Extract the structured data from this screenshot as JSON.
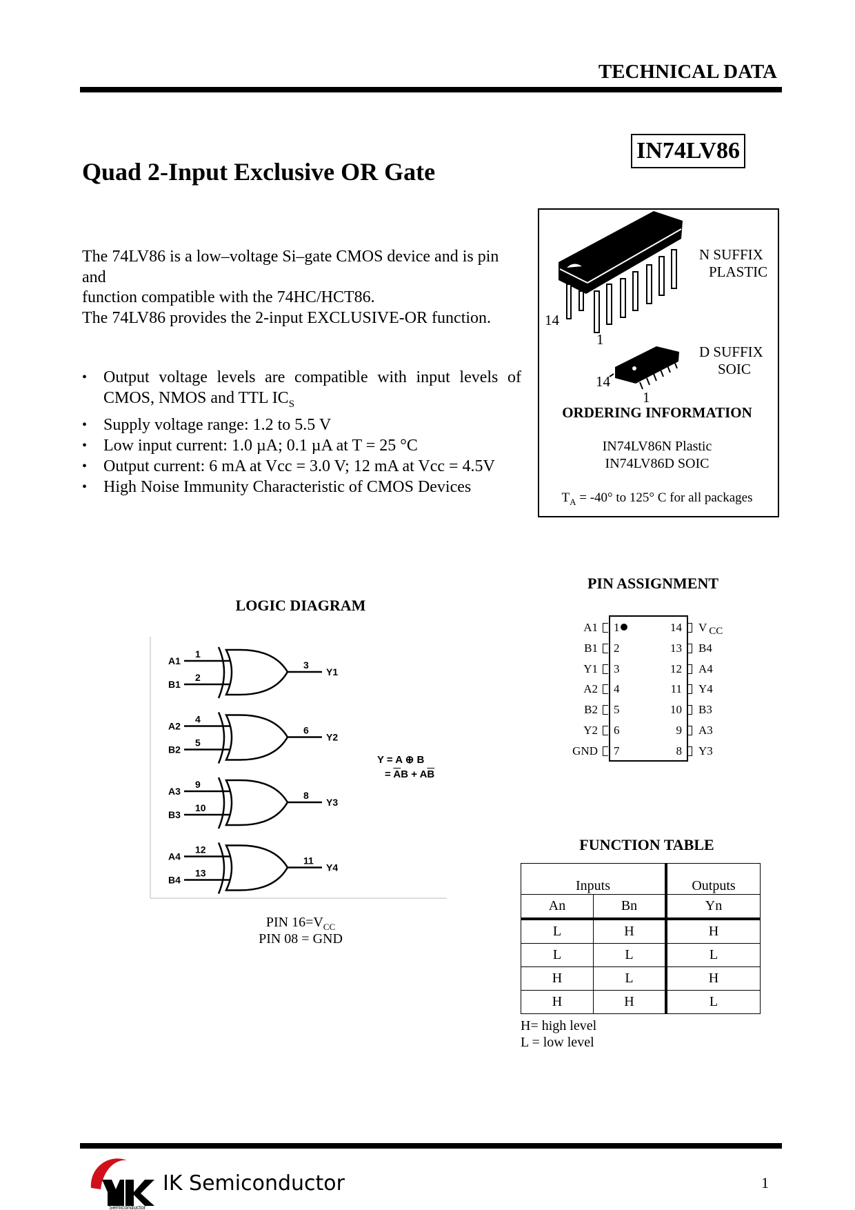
{
  "header": {
    "label": "TECHNICAL DATA",
    "part_number": "IN74LV86"
  },
  "title": "Quad 2-Input Exclusive OR Gate",
  "description": [
    "The 74LV86 is a low–voltage Si–gate CMOS device and is pin",
    "and",
    "function compatible with the 74HC/HCT86.",
    "The 74LV86 provides the 2-input EXCLUSIVE-OR function."
  ],
  "features": [
    {
      "text": "Output voltage levels are compatible with input levels of CMOS, NMOS and TTL IC",
      "sub": "S"
    },
    {
      "text": "Supply voltage range: 1.2 to 5.5 V"
    },
    {
      "text": "Low input current: 1.0 µA; 0.1 µA at T = 25 °C"
    },
    {
      "text": "Output current: 6 mA at Vcc = 3.0 V; 12 mA at Vcc = 4.5V"
    },
    {
      "text": "High Noise Immunity Characteristic of CMOS Devices"
    }
  ],
  "packages": {
    "n_suffix": "N SUFFIX",
    "n_type": "PLASTIC",
    "n_pin_14": "14",
    "n_pin_1": "1",
    "d_suffix": "D SUFFIX",
    "d_type": "SOIC",
    "d_pin_14": "14",
    "d_pin_1": "1",
    "ordering_title": "ORDERING INFORMATION",
    "orders": [
      "IN74LV86N Plastic",
      "IN74LV86D SOIC"
    ],
    "temp_prefix": "T",
    "temp_sub": "A",
    "temp_text": " = -40°  to 125° C for all packages"
  },
  "logic_diagram": {
    "title": "LOGIC DIAGRAM",
    "gates": [
      {
        "a": "A1",
        "b": "B1",
        "pa": "1",
        "pb": "2",
        "py": "3",
        "y": "Y1"
      },
      {
        "a": "A2",
        "b": "B2",
        "pa": "4",
        "pb": "5",
        "py": "6",
        "y": "Y2"
      },
      {
        "a": "A3",
        "b": "B3",
        "pa": "9",
        "pb": "10",
        "py": "8",
        "y": "Y3"
      },
      {
        "a": "A4",
        "b": "B4",
        "pa": "12",
        "pb": "13",
        "py": "11",
        "y": "Y4"
      }
    ],
    "formula_1": "Y = A ⊕ B",
    "formula_2a": "= ",
    "formula_2b": "A",
    "formula_2c": "B + A",
    "formula_2d": "B",
    "note_1": "PIN 16=V",
    "note_1_sub": "CC",
    "note_2": "PIN 08 = GND"
  },
  "pin_assignment": {
    "title": "PIN ASSIGNMENT",
    "left": [
      {
        "name": "A1",
        "num": "1"
      },
      {
        "name": "B1",
        "num": "2"
      },
      {
        "name": "Y1",
        "num": "3"
      },
      {
        "name": "A2",
        "num": "4"
      },
      {
        "name": "B2",
        "num": "5"
      },
      {
        "name": "Y2",
        "num": "6"
      },
      {
        "name": "GND",
        "num": "7"
      }
    ],
    "right": [
      {
        "name": "V",
        "sub": "CC",
        "num": "14"
      },
      {
        "name": "B4",
        "num": "13"
      },
      {
        "name": "A4",
        "num": "12"
      },
      {
        "name": "Y4",
        "num": "11"
      },
      {
        "name": "B3",
        "num": "10"
      },
      {
        "name": "A3",
        "num": "9"
      },
      {
        "name": "Y3",
        "num": "8"
      }
    ]
  },
  "function_table": {
    "title": "FUNCTION TABLE",
    "group_headers": [
      "Inputs",
      "Outputs"
    ],
    "columns": [
      "An",
      "Bn",
      "Yn"
    ],
    "rows": [
      [
        "L",
        "H",
        "H"
      ],
      [
        "L",
        "L",
        "L"
      ],
      [
        "H",
        "L",
        "H"
      ],
      [
        "H",
        "H",
        "L"
      ]
    ],
    "legend": [
      "H= high level",
      "L = low level"
    ]
  },
  "footer": {
    "company": "IK Semiconductor",
    "logo_text": "Semiconductor",
    "logo_brand": "IK",
    "page_number": "1",
    "logo_red": "#d0101a"
  }
}
